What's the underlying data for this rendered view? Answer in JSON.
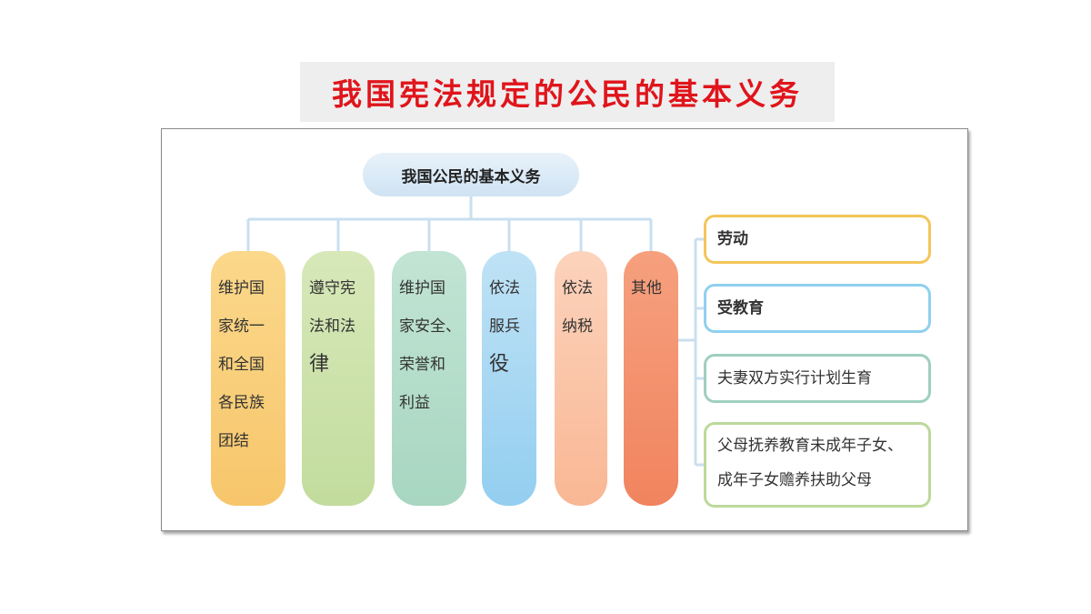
{
  "slide": {
    "title": "我国宪法规定的公民的基本义务"
  },
  "diagram": {
    "root": "我国公民的基本义务",
    "branches": [
      {
        "lines": [
          "维护国",
          "家统一",
          "和全国",
          "各民族",
          "团结"
        ]
      },
      {
        "lines": [
          "遵守宪",
          "法和法",
          "律"
        ]
      },
      {
        "lines": [
          "维护国",
          "家安全、",
          "荣誉和",
          "利益"
        ]
      },
      {
        "lines": [
          "依法",
          "服兵",
          "役"
        ]
      },
      {
        "lines": [
          "依法",
          "纳税"
        ]
      },
      {
        "lines": [
          "其他"
        ]
      }
    ],
    "others": [
      {
        "label": "劳动"
      },
      {
        "label": "受教育"
      },
      {
        "label": "夫妻双方实行计划生育"
      },
      {
        "lines": [
          "父母抚养教育未成年子女、",
          "成年子女赡养扶助父母"
        ]
      }
    ]
  }
}
